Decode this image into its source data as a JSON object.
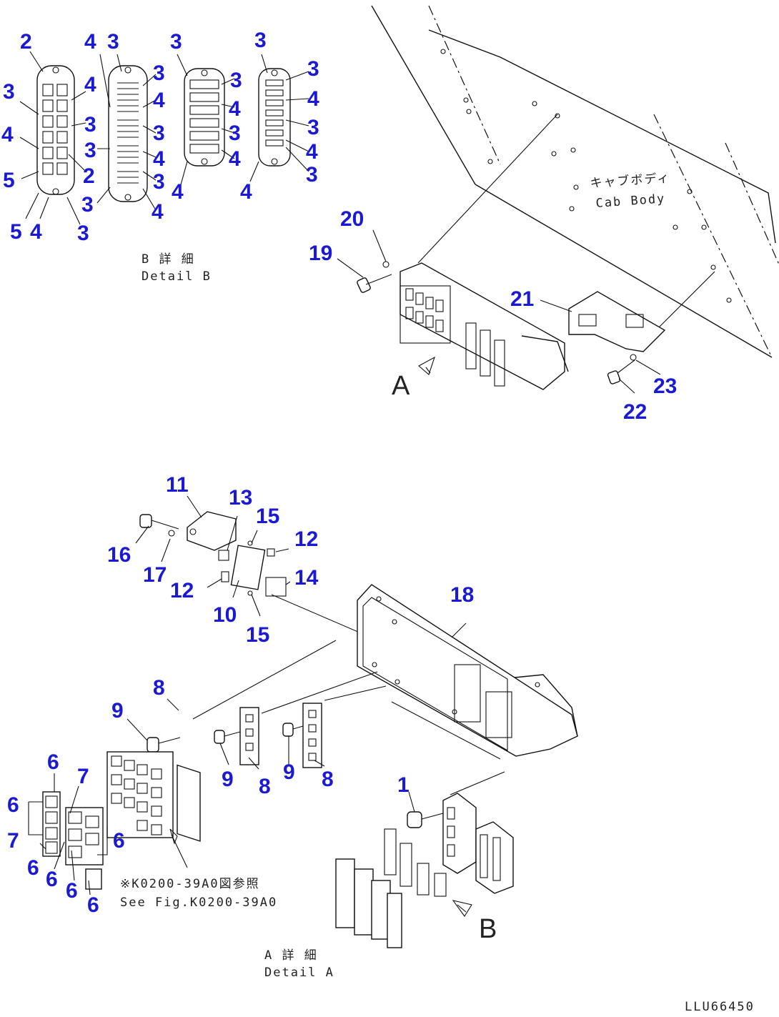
{
  "diagram": {
    "drawing_code": "LLU66450",
    "captions": {
      "detail_b_jp": "B 詳 細",
      "detail_b_en": "Detail B",
      "detail_a_jp": "A 詳 細",
      "detail_a_en": "Detail A",
      "cab_body_jp": "キャブボディ",
      "cab_body_en": "Cab Body",
      "see_fig_jp": "※K0200-39A0図参照",
      "see_fig_en": "See Fig.K0200-39A0",
      "view_a": "A",
      "view_b": "B"
    },
    "callouts": {
      "c1": "1",
      "c2": "2",
      "c3": "3",
      "c4": "4",
      "c5": "5",
      "c6": "6",
      "c7": "7",
      "c8": "8",
      "c9": "9",
      "c10": "10",
      "c11": "11",
      "c12": "12",
      "c13": "13",
      "c14": "14",
      "c15": "15",
      "c16": "16",
      "c17": "17",
      "c18": "18",
      "c19": "19",
      "c20": "20",
      "c21": "21",
      "c22": "22",
      "c23": "23"
    }
  }
}
